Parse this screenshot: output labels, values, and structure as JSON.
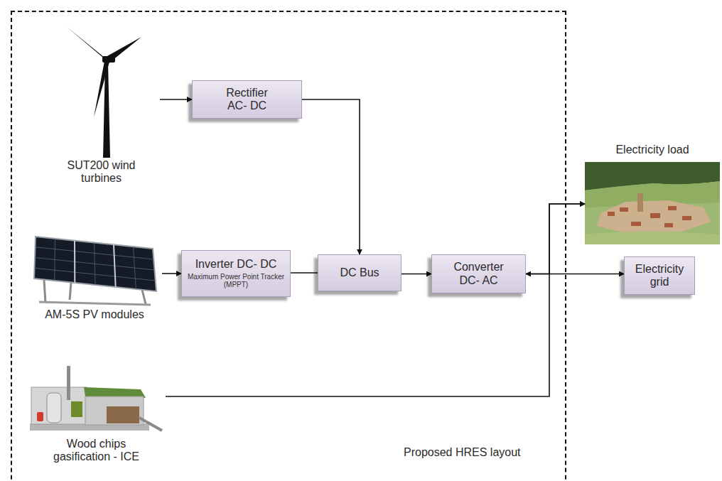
{
  "diagram": {
    "nodes": [
      {
        "text": [
          "Proposed HRES layout"
        ]
      },
      {
        "text": [
          "SUT200 wind turbines"
        ],
        "in": 0
      },
      {
        "text": [
          "Rectifier AC- DC"
        ],
        "in": 0
      },
      {
        "text": [
          "Electricity load"
        ]
      },
      {
        "text": [
          "AM-5S PV modules"
        ],
        "in": 0
      },
      {
        "text": [
          "Inverter DC- DC",
          "Maximum Power Point Tracker (MPPT)"
        ],
        "in": 0
      },
      {
        "text": [
          "DC Bus"
        ],
        "in": 0
      },
      {
        "text": [
          "Converter DC- AC"
        ],
        "in": 0
      },
      {
        "text": [
          "Electricity grid"
        ]
      },
      {
        "text": [
          "Wood chips gasification - ICE"
        ],
        "in": 0
      }
    ],
    "edges": [
      {
        "from": 1,
        "to": 2,
        "arrow": "to"
      },
      {
        "from": 2,
        "to": 6,
        "arrow": "to"
      },
      {
        "from": 4,
        "to": 5,
        "arrow": "to"
      },
      {
        "from": 5,
        "to": 6,
        "arrow": "none"
      },
      {
        "from": 6,
        "to": 7,
        "arrow": "to"
      },
      {
        "from": 7,
        "to": 3,
        "arrow": "to"
      },
      {
        "from": 7,
        "to": 8,
        "arrow": "both"
      },
      {
        "from": 9,
        "to": 3,
        "arrow": "to"
      }
    ]
  }
}
